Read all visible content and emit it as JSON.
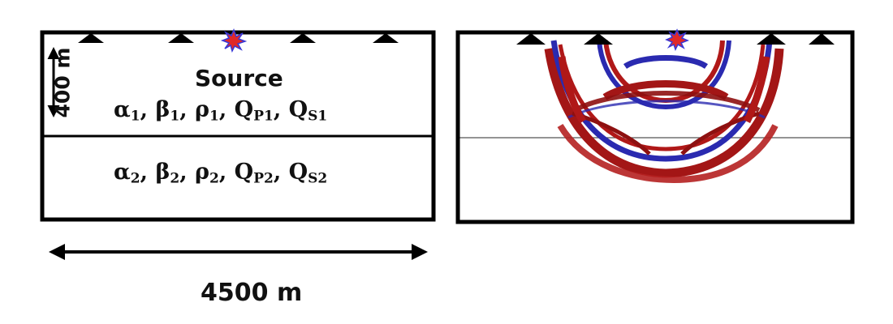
{
  "model": {
    "depth_label": "400 m",
    "width_label": "4500 m",
    "source_label": "Source",
    "layer1": {
      "alpha": "α",
      "a_sub": "1",
      "beta": "β",
      "b_sub": "1",
      "rho": "ρ",
      "r_sub": "1",
      "qp": "Q",
      "qp_sub": "P1",
      "qs": "Q",
      "qs_sub": "S1"
    },
    "layer2": {
      "alpha": "α",
      "a_sub": "2",
      "beta": "β",
      "b_sub": "2",
      "rho": "ρ",
      "r_sub": "2",
      "qp": "Q",
      "qp_sub": "P2",
      "qs": "Q",
      "qs_sub": "S2"
    }
  },
  "colors": {
    "wave_red": "#b01818",
    "wave_blue": "#2a2ab0",
    "source_red": "#e02828",
    "source_blue": "#3838d8",
    "receiver": "#000000"
  },
  "icons": {
    "receiver": "triangle-receiver-icon",
    "source": "starburst-source-icon"
  }
}
